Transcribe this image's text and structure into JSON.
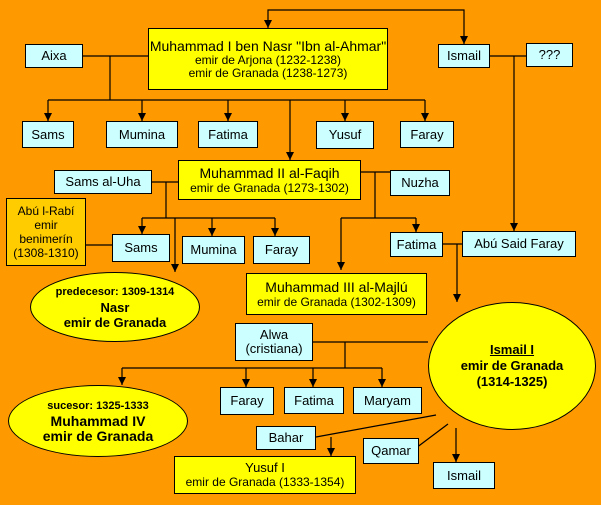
{
  "nodes": {
    "muhammad1": {
      "name": "Muhammad I ben Nasr \"Ibn al-Ahmar\"",
      "l2": "emir de Arjona (1232-1238)",
      "l3": "emir de Granada (1238-1273)"
    },
    "aixa": "Aixa",
    "ismail_top": "Ismail",
    "unknown": "???",
    "sams1": "Sams",
    "mumina1": "Mumina",
    "fatima1": "Fatima",
    "yusuf": "Yusuf",
    "faray1": "Faray",
    "muhammad2": {
      "name": "Muhammad II al-Faqih",
      "l2": "emir de Granada (1273-1302)"
    },
    "sams_al_uha": "Sams al-Uha",
    "nuzha": "Nuzha",
    "abu_rabi": {
      "l1": "Abú l-Rabí",
      "l2": "emir",
      "l3": "benimerín",
      "l4": "(1308-1310)"
    },
    "sams2": "Sams",
    "mumina2": "Mumina",
    "faray2": "Faray",
    "fatima2": "Fatima",
    "abu_said": "Abú Said Faray",
    "nasr": {
      "l1": "predecesor: 1309-1314",
      "l2": "Nasr",
      "l3": "emir de Granada"
    },
    "muhammad3": {
      "name": "Muhammad III al-Majlú",
      "l2": "emir de Granada (1302-1309)"
    },
    "alwa": {
      "l1": "Alwa",
      "l2": "(cristiana)"
    },
    "ismail1": {
      "l1": "Ismail I",
      "l2": "emir de Granada",
      "l3": "(1314-1325)"
    },
    "muhammad4": {
      "l1": "sucesor: 1325-1333",
      "l2": "Muhammad IV",
      "l3": "emir de Granada"
    },
    "faray3": "Faray",
    "fatima3": "Fatima",
    "maryam": "Maryam",
    "bahar": "Bahar",
    "qamar": "Qamar",
    "yusuf1": {
      "l1": "Yusuf I",
      "l2": "emir de Granada (1333-1354)"
    },
    "ismail_bottom": "Ismail"
  }
}
